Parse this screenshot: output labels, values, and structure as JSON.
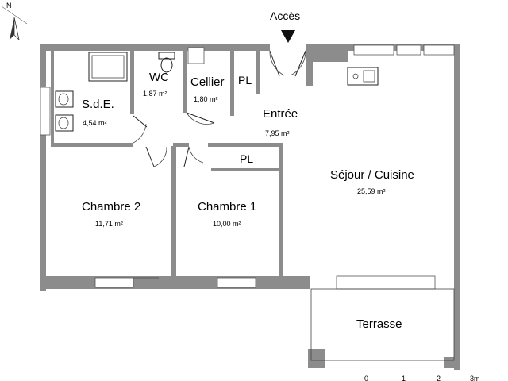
{
  "access_label": "Accès",
  "north_label": "N",
  "rooms": {
    "sde": {
      "name": "S.d.E.",
      "area": "4,54 m²"
    },
    "wc": {
      "name": "WC",
      "area": "1,87 m²"
    },
    "cellier": {
      "name": "Cellier",
      "area": "1,80 m²"
    },
    "pl_top": {
      "name": "PL"
    },
    "entree": {
      "name": "Entrée",
      "area": "7,95 m²"
    },
    "pl_mid": {
      "name": "PL"
    },
    "sejour": {
      "name": "Séjour / Cuisine",
      "area": "25,59 m²"
    },
    "chambre2": {
      "name": "Chambre 2",
      "area": "11,71 m²"
    },
    "chambre1": {
      "name": "Chambre 1",
      "area": "10,00 m²"
    },
    "terrasse": {
      "name": "Terrasse"
    }
  },
  "scale": {
    "ticks": [
      "0",
      "1",
      "2",
      "3m"
    ]
  }
}
